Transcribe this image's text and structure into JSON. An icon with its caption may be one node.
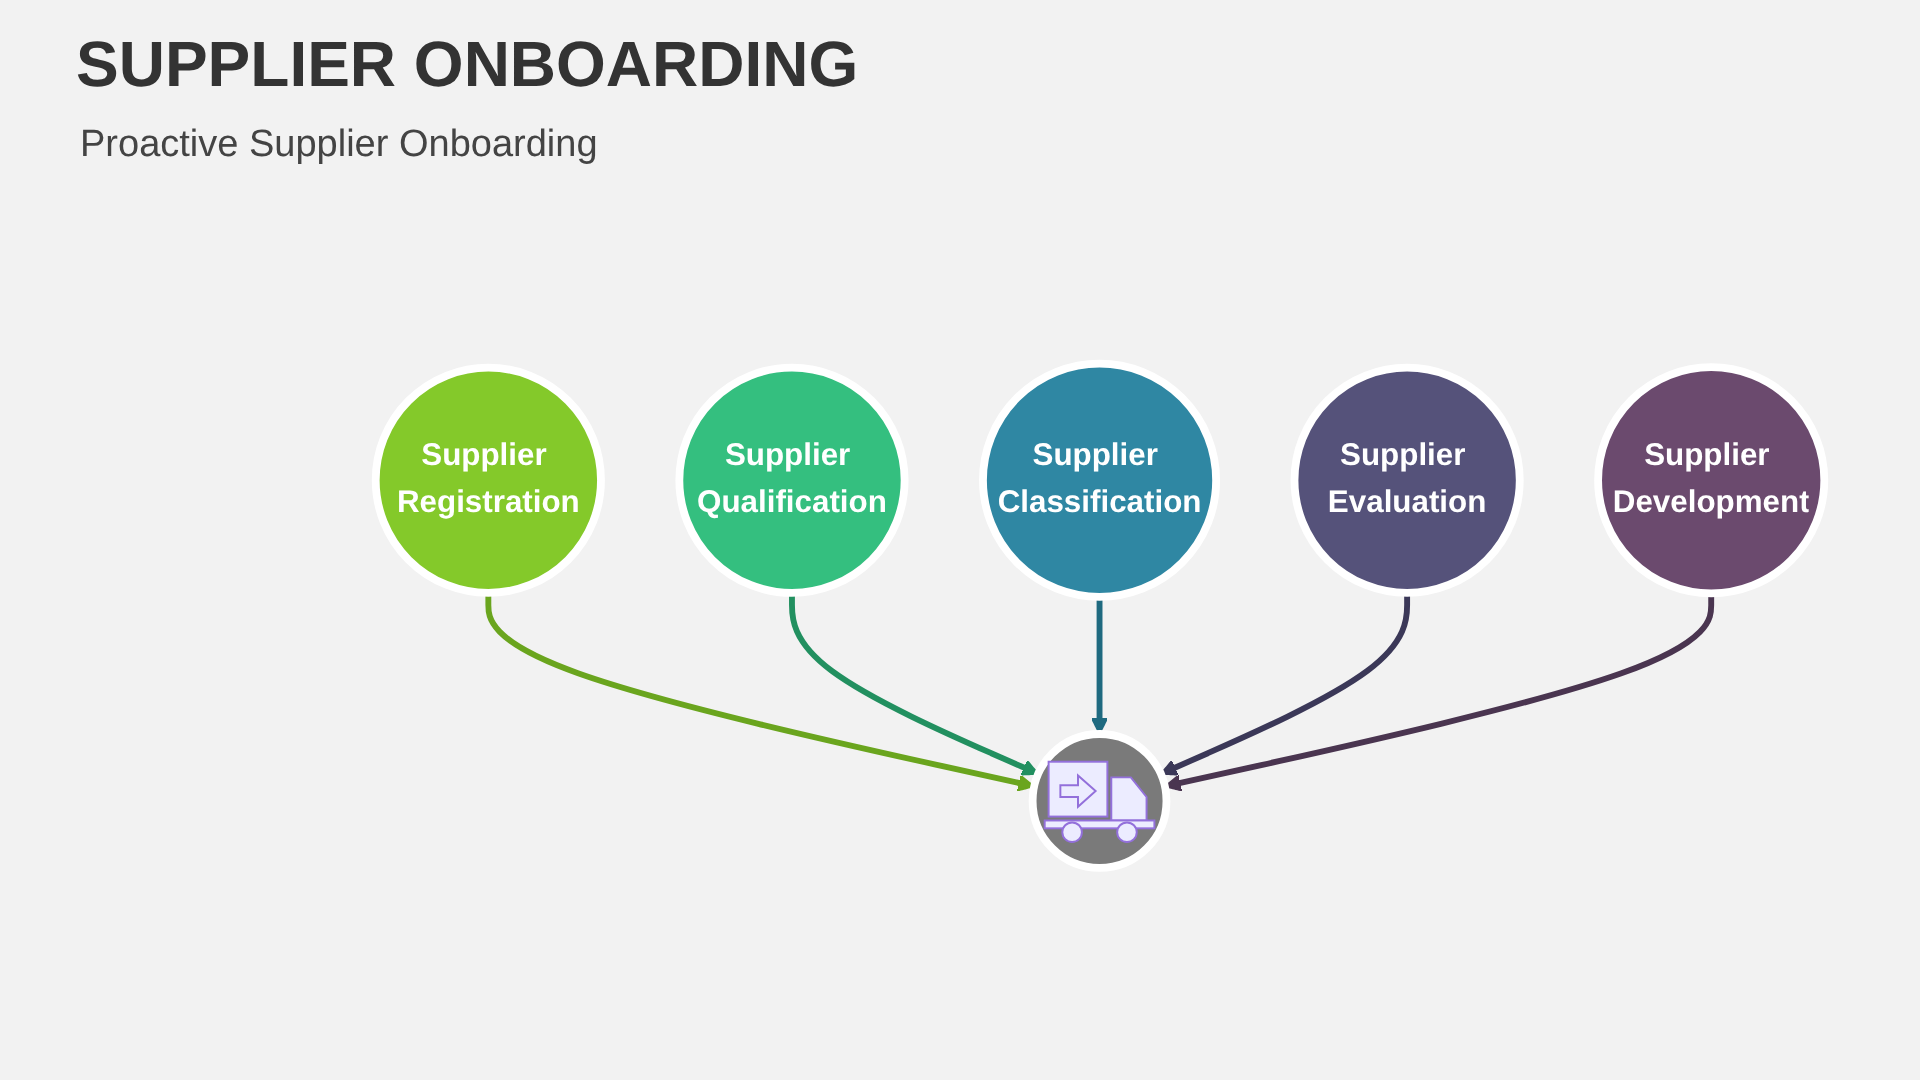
{
  "diagram": {
    "title": "SUPPLIER ONBOARDING",
    "caption": "Proactive Supplier Onboarding",
    "nodes": [
      {
        "text": [
          "Supplier Registration"
        ]
      },
      {
        "text": [
          "Supplier Development"
        ]
      },
      {
        "text": [],
        "shape": "picture"
      },
      {
        "text": [
          "Supplier Qualification"
        ]
      },
      {
        "text": [
          "Supplier Evaluation"
        ]
      },
      {
        "text": [
          "Supplier Classification"
        ]
      }
    ],
    "edges": [
      {
        "from": 0,
        "to": 2,
        "arrow": "to",
        "color": "#6aa51e"
      },
      {
        "from": 3,
        "to": 2,
        "arrow": "to",
        "color": "#229060"
      },
      {
        "from": 5,
        "to": 2,
        "arrow": "to",
        "color": "#1f6a80"
      },
      {
        "from": 4,
        "to": 2,
        "arrow": "to",
        "color": "#3b3858"
      },
      {
        "from": 1,
        "to": 2,
        "arrow": "to",
        "color": "#4a3550"
      }
    ]
  }
}
